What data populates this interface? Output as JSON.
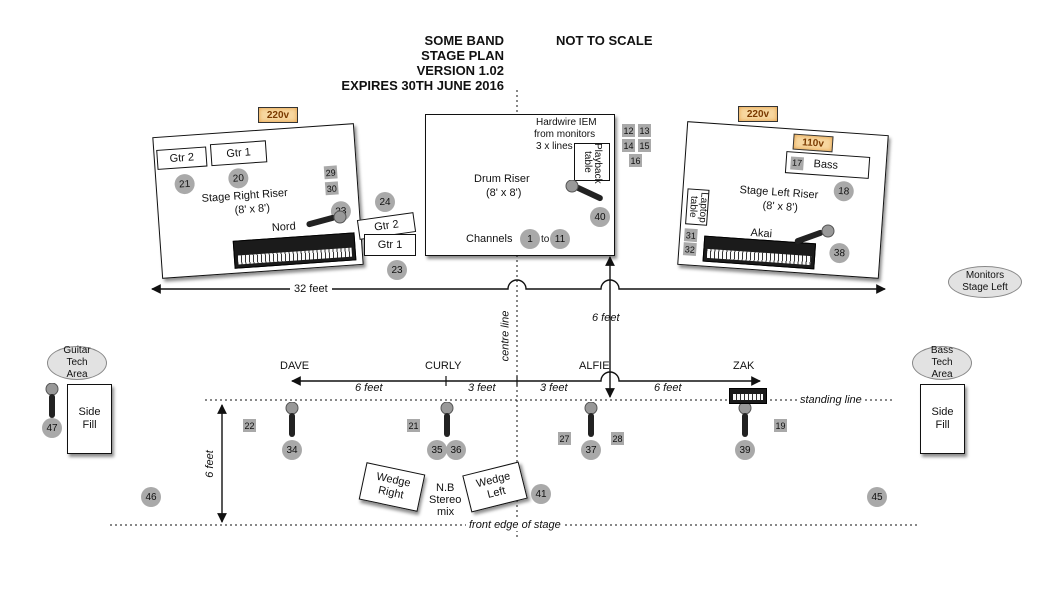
{
  "title": {
    "band": "SOME BAND",
    "plan": "STAGE PLAN",
    "version": "VERSION 1.02",
    "expires": "EXPIRES 30TH JUNE 2016",
    "scale_note": "NOT TO SCALE"
  },
  "risers": {
    "stage_right": {
      "label": "Stage Right Riser",
      "size": "(8' x 8')",
      "power": "220v",
      "gtr2": "Gtr 2",
      "gtr1": "Gtr 1",
      "gtr2_ch": "21",
      "gtr1_ch": "20",
      "ch29": "29",
      "ch30": "30",
      "ch33": "33",
      "keyboard": "Nord"
    },
    "drum": {
      "label": "Drum Riser",
      "size": "(8' x 8')",
      "iem_line1": "Hardwire IEM",
      "iem_line2": "from monitors",
      "iem_line3": "3 x lines",
      "playback": "Playback table",
      "channels_label": "Channels",
      "channels_from": "1",
      "channels_to_word": "to",
      "channels_to": "11",
      "ch40": "40",
      "ch12": "12",
      "ch13": "13",
      "ch14": "14",
      "ch15": "15",
      "ch16": "16"
    },
    "stage_left": {
      "label": "Stage Left Riser",
      "size": "(8' x 8')",
      "power": "220v",
      "bass_power": "110v",
      "bass": "Bass",
      "bass_ch": "17",
      "ch18": "18",
      "laptop": "Laptop table",
      "ch31": "31",
      "ch32": "32",
      "keyboard": "Akai",
      "ch38": "38"
    }
  },
  "floor_amps": {
    "gtr2": "Gtr 2",
    "gtr1": "Gtr 1",
    "ch24": "24",
    "ch23": "23"
  },
  "dimensions": {
    "width": "32 feet",
    "drum_to_line": "6 feet",
    "dave_curly": "6 feet",
    "curly_centre": "3 feet",
    "centre_alfie": "3 feet",
    "alfie_zak": "6 feet",
    "depth": "6 feet"
  },
  "lines": {
    "centre": "centre line",
    "standing": "standing line",
    "front": "front edge of stage"
  },
  "performers": {
    "dave": "DAVE",
    "curly": "CURLY",
    "alfie": "ALFIE",
    "zak": "ZAK"
  },
  "mic_channels": {
    "dave": "34",
    "curly_a": "35",
    "curly_b": "36",
    "alfie": "37",
    "zak": "39",
    "guitar_tech": "47"
  },
  "monitor_channels": {
    "ch22": "22",
    "ch21": "21",
    "ch27": "27",
    "ch28": "28",
    "ch19": "19"
  },
  "wedges": {
    "right": "Wedge Right",
    "left": "Wedge Left",
    "note_line1": "N.B",
    "note_line2": "Stereo",
    "note_line3": "mix",
    "ch41": "41"
  },
  "areas": {
    "guitar_tech": "Guitar Tech Area",
    "bass_tech": "Bass Tech Area",
    "monitors": "Monitors Stage Left",
    "side_fill_left": "Side Fill",
    "side_fill_right": "Side Fill",
    "ch46": "46",
    "ch45": "45"
  }
}
